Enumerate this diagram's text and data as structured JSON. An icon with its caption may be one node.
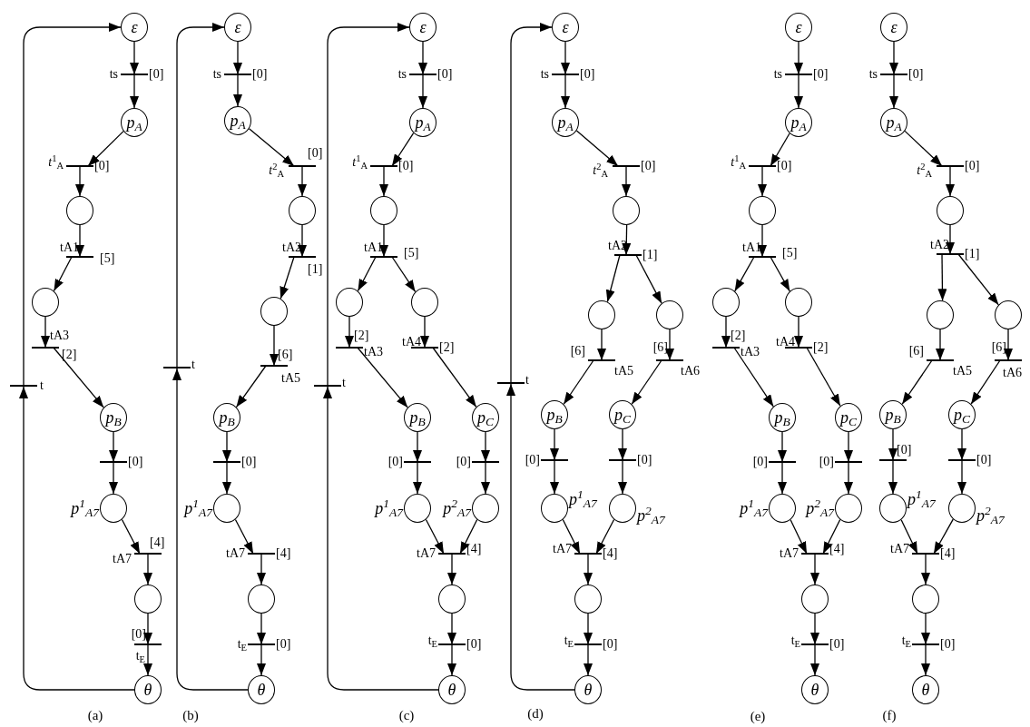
{
  "diagram": {
    "nodes": [
      {
        "text": [
          "ε"
        ]
      },
      {
        "text": [],
        "shape": "bar",
        "beside": [
          "ts",
          "[0]"
        ]
      },
      {
        "text": [
          "p$_{A}$"
        ]
      },
      {
        "text": [],
        "shape": "bar",
        "beside": [
          "*t*$^{1}$$_{A}$",
          "[0]"
        ]
      },
      {
        "text": [],
        "shape": "circle"
      },
      {
        "text": [],
        "shape": "bar",
        "beside": [
          "tA1",
          "[5]"
        ]
      },
      {
        "text": [],
        "shape": "circle"
      },
      {
        "text": [],
        "shape": "bar",
        "beside": [
          "tA3",
          "[2]"
        ]
      },
      {
        "text": [
          "p$_{B}$"
        ]
      },
      {
        "text": [],
        "shape": "bar",
        "beside": [
          "[0]"
        ]
      },
      {
        "text": [],
        "shape": "circle",
        "beside": [
          "p$^{1}$$_{A7}$"
        ]
      },
      {
        "text": [],
        "shape": "bar",
        "beside": [
          "tA7",
          "[4]"
        ]
      },
      {
        "text": [],
        "shape": "circle"
      },
      {
        "text": [],
        "shape": "bar",
        "beside": [
          "[0]",
          "t$_{E}$"
        ]
      },
      {
        "text": [
          "θ"
        ]
      },
      {
        "text": [],
        "shape": "bar",
        "beside": [
          "t"
        ]
      },
      {
        "text": [
          "ε"
        ]
      },
      {
        "text": [],
        "shape": "bar",
        "beside": [
          "ts",
          "[0]"
        ]
      },
      {
        "text": [
          "p$_{A}$"
        ]
      },
      {
        "text": [],
        "shape": "bar",
        "beside": [
          "*t*$^{2}$$_{A}$",
          "[0]"
        ]
      },
      {
        "text": [],
        "shape": "circle"
      },
      {
        "text": [],
        "shape": "bar",
        "beside": [
          "tA2",
          "[1]"
        ]
      },
      {
        "text": [],
        "shape": "circle"
      },
      {
        "text": [],
        "shape": "bar",
        "beside": [
          "[6]",
          "tA5"
        ]
      },
      {
        "text": [
          "p$_{B}$"
        ]
      },
      {
        "text": [],
        "shape": "bar",
        "beside": [
          "[0]"
        ]
      },
      {
        "text": [],
        "shape": "circle",
        "beside": [
          "p$^{1}$$_{A7}$"
        ]
      },
      {
        "text": [],
        "shape": "bar",
        "beside": [
          "tA7",
          "[4]"
        ]
      },
      {
        "text": [],
        "shape": "circle"
      },
      {
        "text": [],
        "shape": "bar",
        "beside": [
          "t$_{E}$",
          "[0]"
        ]
      },
      {
        "text": [
          "θ"
        ]
      },
      {
        "text": [],
        "shape": "bar",
        "beside": [
          "t"
        ]
      },
      {
        "text": [
          "ε"
        ]
      },
      {
        "text": [],
        "shape": "bar",
        "beside": [
          "ts",
          "[0]"
        ]
      },
      {
        "text": [
          "p$_{A}$"
        ]
      },
      {
        "text": [],
        "shape": "bar",
        "beside": [
          "*t*$^{1}$$_{A}$",
          "[0]"
        ]
      },
      {
        "text": [],
        "shape": "circle"
      },
      {
        "text": [],
        "shape": "bar",
        "beside": [
          "tA1",
          "[5]"
        ]
      },
      {
        "text": [],
        "shape": "circle"
      },
      {
        "text": [],
        "shape": "circle"
      },
      {
        "text": [],
        "shape": "bar",
        "beside": [
          "[2]",
          "tA3"
        ]
      },
      {
        "text": [],
        "shape": "bar",
        "beside": [
          "tA4",
          "[2]"
        ]
      },
      {
        "text": [
          "p$_{B}$"
        ]
      },
      {
        "text": [
          "p$_{C}$"
        ]
      },
      {
        "text": [],
        "shape": "bar",
        "beside": [
          "[0]"
        ]
      },
      {
        "text": [],
        "shape": "bar",
        "beside": [
          "[0]"
        ]
      },
      {
        "text": [],
        "shape": "circle",
        "beside": [
          "p$^{1}$$_{A7}$"
        ]
      },
      {
        "text": [],
        "shape": "circle",
        "beside": [
          "p$^{2}$$_{A7}$"
        ]
      },
      {
        "text": [],
        "shape": "bar",
        "beside": [
          "tA7",
          "[4]"
        ]
      },
      {
        "text": [],
        "shape": "circle"
      },
      {
        "text": [],
        "shape": "bar",
        "beside": [
          "t$_{E}$",
          "[0]"
        ]
      },
      {
        "text": [
          "θ"
        ]
      },
      {
        "text": [],
        "shape": "bar",
        "beside": [
          "t"
        ]
      },
      {
        "text": [
          "ε"
        ]
      },
      {
        "text": [],
        "shape": "bar",
        "beside": [
          "ts",
          "[0]"
        ]
      },
      {
        "text": [
          "p$_{A}$"
        ]
      },
      {
        "text": [],
        "shape": "bar",
        "beside": [
          "*t*$^{2}$$_{A}$",
          "[0]"
        ]
      },
      {
        "text": [],
        "shape": "circle"
      },
      {
        "text": [],
        "shape": "bar",
        "beside": [
          "tA2",
          "[1]"
        ]
      },
      {
        "text": [],
        "shape": "circle"
      },
      {
        "text": [],
        "shape": "circle"
      },
      {
        "text": [],
        "shape": "bar",
        "beside": [
          "[6]",
          "tA5"
        ]
      },
      {
        "text": [],
        "shape": "bar",
        "beside": [
          "[6]",
          "tA6"
        ]
      },
      {
        "text": [
          "p$_{B}$"
        ]
      },
      {
        "text": [
          "p$_{C}$"
        ]
      },
      {
        "text": [],
        "shape": "bar",
        "beside": [
          "[0]"
        ]
      },
      {
        "text": [],
        "shape": "bar",
        "beside": [
          "[0]"
        ]
      },
      {
        "text": [],
        "shape": "circle",
        "beside": [
          "p$^{1}$$_{A7}$"
        ]
      },
      {
        "text": [],
        "shape": "circle",
        "beside": [
          "p$^{2}$$_{A7}$"
        ]
      },
      {
        "text": [],
        "shape": "bar",
        "beside": [
          "tA7",
          "[4]"
        ]
      },
      {
        "text": [],
        "shape": "circle"
      },
      {
        "text": [],
        "shape": "bar",
        "beside": [
          "t$_{E}$",
          "[0]"
        ]
      },
      {
        "text": [
          "θ"
        ]
      },
      {
        "text": [],
        "shape": "bar",
        "beside": [
          "t"
        ]
      },
      {
        "text": [
          "ε"
        ]
      },
      {
        "text": [],
        "shape": "bar",
        "beside": [
          "ts",
          "[0]"
        ]
      },
      {
        "text": [
          "p$_{A}$"
        ]
      },
      {
        "text": [],
        "shape": "bar",
        "beside": [
          "*t*$^{1}$$_{A}$",
          "[0]"
        ]
      },
      {
        "text": [],
        "shape": "circle"
      },
      {
        "text": [],
        "shape": "bar",
        "beside": [
          "tA1",
          "[5]"
        ]
      },
      {
        "text": [],
        "shape": "circle"
      },
      {
        "text": [],
        "shape": "circle"
      },
      {
        "text": [],
        "shape": "bar",
        "beside": [
          "[2]",
          "tA3"
        ]
      },
      {
        "text": [],
        "shape": "bar",
        "beside": [
          "tA4",
          "[2]"
        ]
      },
      {
        "text": [
          "p$_{B}$"
        ]
      },
      {
        "text": [
          "p$_{C}$"
        ]
      },
      {
        "text": [],
        "shape": "bar",
        "beside": [
          "[0]"
        ]
      },
      {
        "text": [],
        "shape": "bar",
        "beside": [
          "[0]"
        ]
      },
      {
        "text": [],
        "shape": "circle",
        "beside": [
          "p$^{1}$$_{A7}$"
        ]
      },
      {
        "text": [],
        "shape": "circle",
        "beside": [
          "p$^{2}$$_{A7}$"
        ]
      },
      {
        "text": [],
        "shape": "bar",
        "beside": [
          "tA7",
          "[4]"
        ]
      },
      {
        "text": [],
        "shape": "circle"
      },
      {
        "text": [],
        "shape": "bar",
        "beside": [
          "t$_{E}$",
          "[0]"
        ]
      },
      {
        "text": [
          "θ"
        ]
      },
      {
        "text": [
          "ε"
        ]
      },
      {
        "text": [],
        "shape": "bar",
        "beside": [
          "ts",
          "[0]"
        ]
      },
      {
        "text": [
          "p$_{A}$"
        ]
      },
      {
        "text": [],
        "shape": "bar",
        "beside": [
          "*t*$^{2}$$_{A}$",
          "[0]"
        ]
      },
      {
        "text": [],
        "shape": "circle"
      },
      {
        "text": [],
        "shape": "bar",
        "beside": [
          "tA2",
          "[1]"
        ]
      },
      {
        "text": [],
        "shape": "circle"
      },
      {
        "text": [],
        "shape": "circle"
      },
      {
        "text": [],
        "shape": "bar",
        "beside": [
          "[6]",
          "tA5"
        ]
      },
      {
        "text": [],
        "shape": "bar",
        "beside": [
          "[6]",
          "tA6"
        ]
      },
      {
        "text": [
          "p$_{B}$"
        ]
      },
      {
        "text": [
          "p$_{C}$"
        ]
      },
      {
        "text": [],
        "shape": "bar",
        "beside": [
          "[0]"
        ]
      },
      {
        "text": [],
        "shape": "bar",
        "beside": [
          "[0]"
        ]
      },
      {
        "text": [],
        "shape": "circle",
        "beside": [
          "p$^{1}$$_{A7}$"
        ]
      },
      {
        "text": [],
        "shape": "circle",
        "beside": [
          "p$^{2}$$_{A7}$"
        ]
      },
      {
        "text": [],
        "shape": "bar",
        "beside": [
          "tA7",
          "[4]"
        ]
      },
      {
        "text": [],
        "shape": "circle"
      },
      {
        "text": [],
        "shape": "bar",
        "beside": [
          "t$_{E}$",
          "[0]"
        ]
      },
      {
        "text": [
          "θ"
        ]
      }
    ],
    "edges": [
      {
        "from": 0,
        "to": 1,
        "arrow": "to"
      },
      {
        "from": 1,
        "to": 2,
        "arrow": "to"
      },
      {
        "from": 2,
        "to": 3,
        "arrow": "to"
      },
      {
        "from": 3,
        "to": 4,
        "arrow": "to"
      },
      {
        "from": 4,
        "to": 5,
        "arrow": "to"
      },
      {
        "from": 5,
        "to": 6,
        "arrow": "to"
      },
      {
        "from": 6,
        "to": 7,
        "arrow": "to"
      },
      {
        "from": 7,
        "to": 8,
        "arrow": "to"
      },
      {
        "from": 8,
        "to": 9,
        "arrow": "to"
      },
      {
        "from": 9,
        "to": 10,
        "arrow": "to"
      },
      {
        "from": 10,
        "to": 11,
        "arrow": "to"
      },
      {
        "from": 11,
        "to": 12,
        "arrow": "to"
      },
      {
        "from": 12,
        "to": 13,
        "arrow": "to"
      },
      {
        "from": 13,
        "to": 14,
        "arrow": "to"
      },
      {
        "from": 14,
        "to": 15,
        "arrow": "to"
      },
      {
        "from": 15,
        "to": 0,
        "arrow": "to"
      },
      {
        "from": 16,
        "to": 17,
        "arrow": "to"
      },
      {
        "from": 17,
        "to": 18,
        "arrow": "to"
      },
      {
        "from": 18,
        "to": 19,
        "arrow": "to"
      },
      {
        "from": 19,
        "to": 20,
        "arrow": "to"
      },
      {
        "from": 20,
        "to": 21,
        "arrow": "to"
      },
      {
        "from": 21,
        "to": 22,
        "arrow": "to"
      },
      {
        "from": 22,
        "to": 23,
        "arrow": "to"
      },
      {
        "from": 23,
        "to": 24,
        "arrow": "to"
      },
      {
        "from": 24,
        "to": 25,
        "arrow": "to"
      },
      {
        "from": 25,
        "to": 26,
        "arrow": "to"
      },
      {
        "from": 26,
        "to": 27,
        "arrow": "to"
      },
      {
        "from": 27,
        "to": 28,
        "arrow": "to"
      },
      {
        "from": 28,
        "to": 29,
        "arrow": "to"
      },
      {
        "from": 29,
        "to": 30,
        "arrow": "to"
      },
      {
        "from": 30,
        "to": 31,
        "arrow": "to"
      },
      {
        "from": 31,
        "to": 16,
        "arrow": "to"
      },
      {
        "from": 32,
        "to": 33,
        "arrow": "to"
      },
      {
        "from": 33,
        "to": 34,
        "arrow": "to"
      },
      {
        "from": 34,
        "to": 35,
        "arrow": "to"
      },
      {
        "from": 35,
        "to": 36,
        "arrow": "to"
      },
      {
        "from": 36,
        "to": 37,
        "arrow": "to"
      },
      {
        "from": 37,
        "to": 38,
        "arrow": "to"
      },
      {
        "from": 37,
        "to": 39,
        "arrow": "to"
      },
      {
        "from": 38,
        "to": 40,
        "arrow": "to"
      },
      {
        "from": 39,
        "to": 41,
        "arrow": "to"
      },
      {
        "from": 40,
        "to": 42,
        "arrow": "to"
      },
      {
        "from": 41,
        "to": 43,
        "arrow": "to"
      },
      {
        "from": 42,
        "to": 44,
        "arrow": "to"
      },
      {
        "from": 43,
        "to": 45,
        "arrow": "to"
      },
      {
        "from": 44,
        "to": 46,
        "arrow": "to"
      },
      {
        "from": 45,
        "to": 47,
        "arrow": "to"
      },
      {
        "from": 46,
        "to": 48,
        "arrow": "to"
      },
      {
        "from": 47,
        "to": 48,
        "arrow": "to"
      },
      {
        "from": 48,
        "to": 49,
        "arrow": "to"
      },
      {
        "from": 49,
        "to": 50,
        "arrow": "to"
      },
      {
        "from": 50,
        "to": 51,
        "arrow": "to"
      },
      {
        "from": 51,
        "to": 52,
        "arrow": "to"
      },
      {
        "from": 52,
        "to": 32,
        "arrow": "to"
      },
      {
        "from": 53,
        "to": 54,
        "arrow": "to"
      },
      {
        "from": 54,
        "to": 55,
        "arrow": "to"
      },
      {
        "from": 55,
        "to": 56,
        "arrow": "to"
      },
      {
        "from": 56,
        "to": 57,
        "arrow": "to"
      },
      {
        "from": 57,
        "to": 58,
        "arrow": "to"
      },
      {
        "from": 58,
        "to": 59,
        "arrow": "to"
      },
      {
        "from": 58,
        "to": 60,
        "arrow": "to"
      },
      {
        "from": 59,
        "to": 61,
        "arrow": "to"
      },
      {
        "from": 60,
        "to": 62,
        "arrow": "to"
      },
      {
        "from": 61,
        "to": 63,
        "arrow": "to"
      },
      {
        "from": 62,
        "to": 64,
        "arrow": "to"
      },
      {
        "from": 63,
        "to": 65,
        "arrow": "to"
      },
      {
        "from": 64,
        "to": 66,
        "arrow": "to"
      },
      {
        "from": 65,
        "to": 67,
        "arrow": "to"
      },
      {
        "from": 66,
        "to": 68,
        "arrow": "to"
      },
      {
        "from": 67,
        "to": 69,
        "arrow": "to"
      },
      {
        "from": 68,
        "to": 69,
        "arrow": "to"
      },
      {
        "from": 69,
        "to": 70,
        "arrow": "to"
      },
      {
        "from": 70,
        "to": 71,
        "arrow": "to"
      },
      {
        "from": 71,
        "to": 72,
        "arrow": "to"
      },
      {
        "from": 72,
        "to": 73,
        "arrow": "to"
      },
      {
        "from": 73,
        "to": 53,
        "arrow": "to"
      },
      {
        "from": 74,
        "to": 75,
        "arrow": "to"
      },
      {
        "from": 75,
        "to": 76,
        "arrow": "to"
      },
      {
        "from": 76,
        "to": 77,
        "arrow": "to"
      },
      {
        "from": 77,
        "to": 78,
        "arrow": "to"
      },
      {
        "from": 78,
        "to": 79,
        "arrow": "to"
      },
      {
        "from": 79,
        "to": 80,
        "arrow": "to"
      },
      {
        "from": 79,
        "to": 81,
        "arrow": "to"
      },
      {
        "from": 80,
        "to": 82,
        "arrow": "to"
      },
      {
        "from": 81,
        "to": 83,
        "arrow": "to"
      },
      {
        "from": 82,
        "to": 84,
        "arrow": "to"
      },
      {
        "from": 83,
        "to": 85,
        "arrow": "to"
      },
      {
        "from": 84,
        "to": 86,
        "arrow": "to"
      },
      {
        "from": 85,
        "to": 87,
        "arrow": "to"
      },
      {
        "from": 86,
        "to": 88,
        "arrow": "to"
      },
      {
        "from": 87,
        "to": 89,
        "arrow": "to"
      },
      {
        "from": 88,
        "to": 90,
        "arrow": "to"
      },
      {
        "from": 89,
        "to": 90,
        "arrow": "to"
      },
      {
        "from": 90,
        "to": 91,
        "arrow": "to"
      },
      {
        "from": 91,
        "to": 92,
        "arrow": "to"
      },
      {
        "from": 92,
        "to": 93,
        "arrow": "to"
      },
      {
        "from": 94,
        "to": 95,
        "arrow": "to"
      },
      {
        "from": 95,
        "to": 96,
        "arrow": "to"
      },
      {
        "from": 96,
        "to": 97,
        "arrow": "to"
      },
      {
        "from": 97,
        "to": 98,
        "arrow": "to"
      },
      {
        "from": 98,
        "to": 99,
        "arrow": "to"
      },
      {
        "from": 99,
        "to": 100,
        "arrow": "to"
      },
      {
        "from": 99,
        "to": 101,
        "arrow": "to"
      },
      {
        "from": 100,
        "to": 102,
        "arrow": "to"
      },
      {
        "from": 101,
        "to": 103,
        "arrow": "to"
      },
      {
        "from": 102,
        "to": 104,
        "arrow": "to"
      },
      {
        "from": 103,
        "to": 105,
        "arrow": "to"
      },
      {
        "from": 104,
        "to": 106,
        "arrow": "to"
      },
      {
        "from": 105,
        "to": 107,
        "arrow": "to"
      },
      {
        "from": 106,
        "to": 108,
        "arrow": "to"
      },
      {
        "from": 107,
        "to": 109,
        "arrow": "to"
      },
      {
        "from": 108,
        "to": 110,
        "arrow": "to"
      },
      {
        "from": 109,
        "to": 110,
        "arrow": "to"
      },
      {
        "from": 110,
        "to": 111,
        "arrow": "to"
      },
      {
        "from": 111,
        "to": 112,
        "arrow": "to"
      },
      {
        "from": 112,
        "to": 113,
        "arrow": "to"
      }
    ],
    "labels": [
      "(a)",
      "(b)",
      "(c)",
      "(d)",
      "(e)",
      "(f)"
    ]
  }
}
